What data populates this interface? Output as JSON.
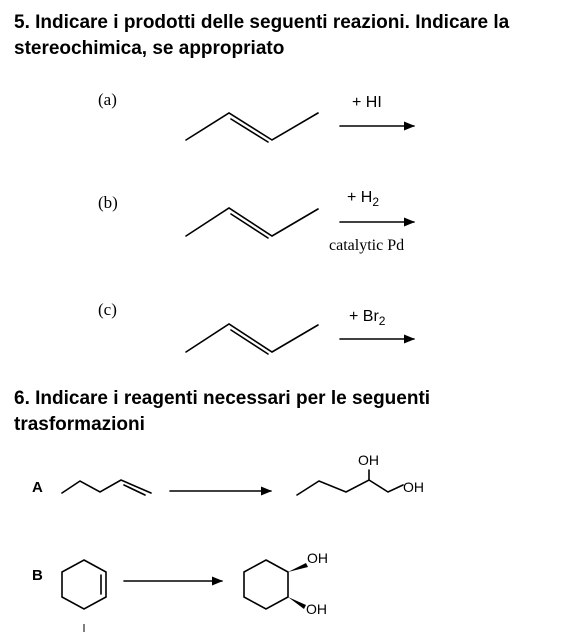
{
  "section5": {
    "title_line1": "5. Indicare i prodotti delle seguenti reazioni. Indicare la",
    "title_line2": "stereochimica, se appropriato",
    "reactions": [
      {
        "label": "(a)",
        "reagent": "+ HI",
        "reagent_base": "",
        "reagent_sub": "",
        "condition": ""
      },
      {
        "label": "(b)",
        "reagent": "",
        "reagent_base": "+ H",
        "reagent_sub": "2",
        "condition": "catalytic Pd"
      },
      {
        "label": "(c)",
        "reagent": "",
        "reagent_base": "+ Br",
        "reagent_sub": "2",
        "condition": ""
      }
    ]
  },
  "section6": {
    "title_line1": "6. Indicare i reagenti necessari per le seguenti",
    "title_line2": "trasformazioni",
    "transformations": [
      {
        "label": "A",
        "product_groups": [
          "OH",
          "OH"
        ]
      },
      {
        "label": "B",
        "product_groups": [
          "OH",
          "OH"
        ]
      }
    ]
  }
}
